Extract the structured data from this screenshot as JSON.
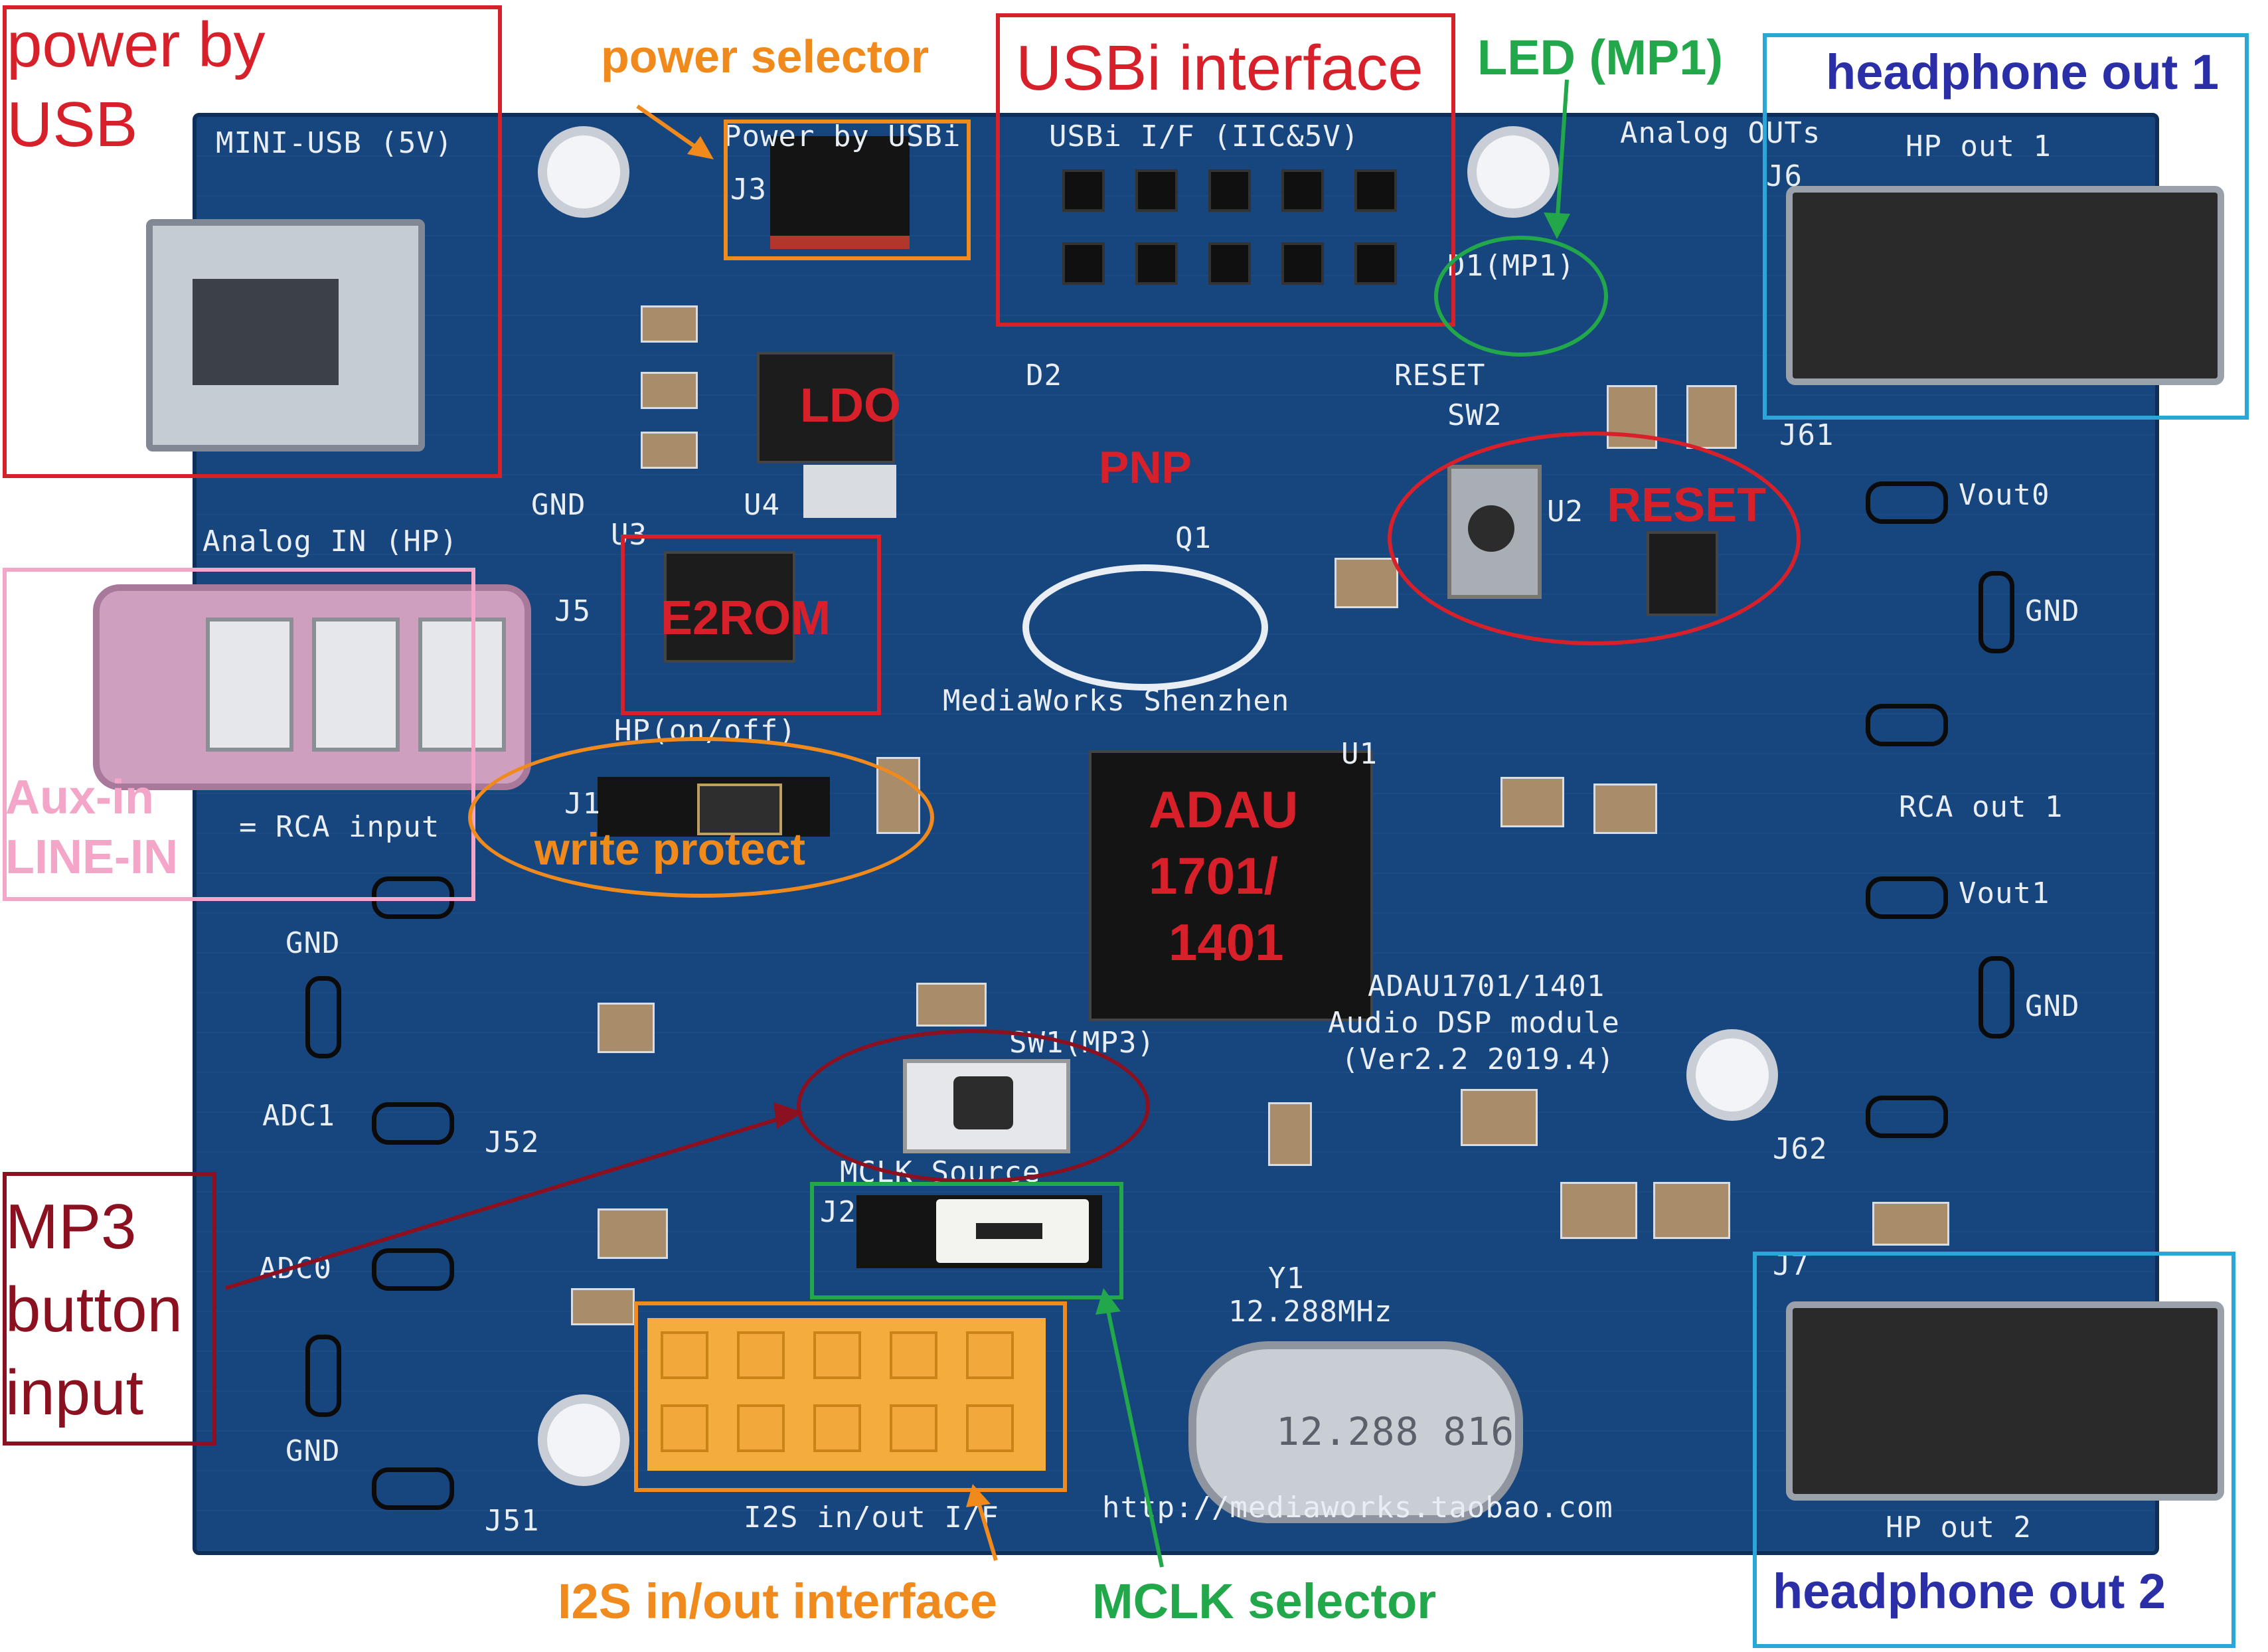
{
  "board": {
    "silkscreen": {
      "mini_usb": "MINI-USB (5V)",
      "power_usbi": "Power by USBi",
      "usbi_if": "USBi I/F (IIC&5V)",
      "analog_outs": "Analog OUTs",
      "hp_out1": "HP out 1",
      "hp_out2": "HP out 2",
      "analog_in": "Analog IN (HP)",
      "rca_input": "= RCA input",
      "hp_onoff": "HP(on/off)",
      "mediaworks": "MediaWorks Shenzhen",
      "module_line1": "ADAU1701/1401",
      "module_line2": "Audio DSP module",
      "module_line3": "(Ver2.2 2019.4)",
      "mclk_source": "MCLK Source",
      "sw1": "SW1(MP3)",
      "crystal": "12.288MHz",
      "y1": "Y1",
      "i2s": "I2S in/out I/F",
      "url": "http://mediaworks.taobao.com",
      "rca_out1": "RCA out 1",
      "vout0": "Vout0",
      "vout1": "Vout1",
      "gnd": "GND",
      "adc1": "ADC1",
      "adc0": "ADC0",
      "reset": "RESET",
      "sw2": "SW2",
      "d1": "D1(MP1)",
      "u1": "U1",
      "u2": "U2",
      "u3": "U3",
      "u4": "U4",
      "j1": "J1",
      "j2": "J2",
      "j3": "J3",
      "j5": "J5",
      "j6": "J6",
      "j7": "J7",
      "j51": "J51",
      "j52": "J52",
      "j61": "J61",
      "j62": "J62",
      "q1": "Q1",
      "d2": "D2",
      "crystal_can": "12.288 816"
    },
    "labels_on_board": {
      "ldo": "LDO",
      "pnp": "PNP",
      "e2rom": "E2ROM",
      "reset": "RESET",
      "adau_line1": "ADAU",
      "adau_line2": "1701/",
      "adau_line3": "1401"
    }
  },
  "callouts": {
    "power_by_usb_1": "power by",
    "power_by_usb_2": "USB",
    "power_selector": "power selector",
    "usbi_interface": "USBi interface",
    "led_mp1": "LED (MP1)",
    "headphone_out_1": "headphone out 1",
    "aux_in_1": "Aux-in",
    "aux_in_2": "LINE-IN",
    "write_protect": "write protect",
    "mp3_1": "MP3",
    "mp3_2": "button",
    "mp3_3": "input",
    "i2s_interface": "I2S in/out interface",
    "mclk_selector": "MCLK selector",
    "headphone_out_2": "headphone out 2"
  },
  "colors": {
    "board": "#17467f",
    "red": "#d8202a",
    "orange": "#f08a1c",
    "green": "#22a84a",
    "cyan": "#2aa6d8",
    "navy": "#2a2fa8",
    "pink": "#f4a6c8",
    "dark_red": "#8b1020"
  }
}
